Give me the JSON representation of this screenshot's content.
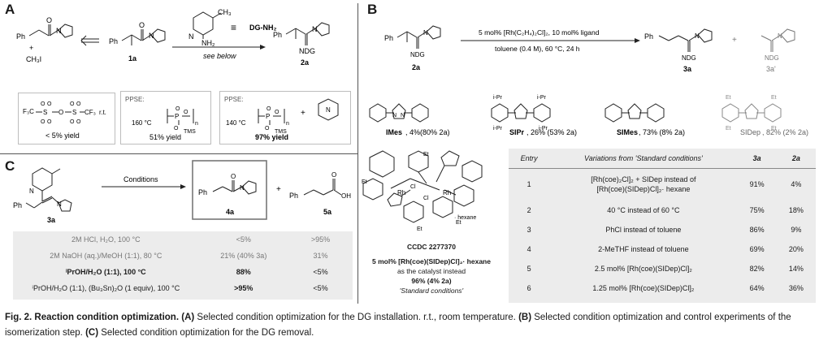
{
  "panels": {
    "A": {
      "letter": "A",
      "reactant_a_ph": "Ph",
      "reactant_a_plus": "+",
      "reactant_a_ch3i": "CH₃I",
      "compound_1a_ph": "Ph",
      "compound_1a_label": "1a",
      "dg_ch3": "CH₃",
      "dg_nh2": "NH₂",
      "dg_equiv": "≡",
      "dg_name": "DG-NH₂",
      "arrow_label": "see below",
      "compound_2a_ph": "Ph",
      "compound_2a_ndg": "NDG",
      "compound_2a_label": "2a",
      "box1_f3c": "F₃C",
      "box1_cf3": "CF₃",
      "box1_rt": "r.t.",
      "box1_yield": "< 5% yield",
      "box2_ppse": "PPSE:",
      "box2_temp": "160 °C",
      "box2_n": "n",
      "box2_tms": "TMS",
      "box2_yield": "51% yield",
      "box3_ppse": "PPSE:",
      "box3_temp": "140 °C",
      "box3_n": "n",
      "box3_tms": "TMS",
      "box3_plus": "+",
      "box3_n_atom": "N",
      "box3_yield": "97% yield"
    },
    "B": {
      "letter": "B",
      "sm_ph": "Ph",
      "sm_ndg": "NDG",
      "sm_label": "2a",
      "conditions_line1": "5 mol% [Rh(C₂H₄)₂Cl]₂, 10 mol% ligand",
      "conditions_line2": "toluene (0.4 M), 60 °C, 24 h",
      "prod_ph": "Ph",
      "prod_ndg": "NDG",
      "prod_label": "3a",
      "plus": "+",
      "side_ndg": "NDG",
      "side_label": "3a'",
      "ligands": [
        {
          "name": "IMes",
          "text": ", 4%(80% 2a)"
        },
        {
          "name": "SIPr",
          "text": ", 26% (53% 2a)"
        },
        {
          "name": "SIMes",
          "text": ", 73% (8% 2a)"
        },
        {
          "name": "SIDep",
          "text": ", 82% (2% 2a)"
        }
      ],
      "sipr_ipr": "i-Pr",
      "sidep_et": "Et",
      "complex_et": "Et",
      "complex_rh": "Rh",
      "complex_cl": "Cl",
      "ccdc": "CCDC 2277370",
      "catalyst_line1": "5 mol% [Rh(coe)(SIDep)Cl]₂· hexane",
      "catalyst_line2": "as the catalyst instead",
      "catalyst_line3": "96% (4% 2a)",
      "catalyst_line4": "'Standard conditions'",
      "complex_hexane": "· hexane",
      "table": {
        "headers": [
          "Entry",
          "Variations from 'Standard conditions'",
          "3a",
          "2a"
        ],
        "rows": [
          {
            "entry": "1",
            "variation": "[Rh(coe)₂Cl]₂ + SIDep instead of",
            "variation2": "[Rh(coe)(SIDep)Cl]₂· hexane",
            "y3a": "91%",
            "y2a": "4%"
          },
          {
            "entry": "2",
            "variation": "40 °C instead of 60 °C",
            "variation2": "",
            "y3a": "75%",
            "y2a": "18%"
          },
          {
            "entry": "3",
            "variation": "PhCl instead of toluene",
            "variation2": "",
            "y3a": "86%",
            "y2a": "9%"
          },
          {
            "entry": "4",
            "variation": "2-MeTHF instead of toluene",
            "variation2": "",
            "y3a": "69%",
            "y2a": "20%"
          },
          {
            "entry": "5",
            "variation": "2.5 mol% [Rh(coe)(SIDep)Cl]₂",
            "variation2": "",
            "y3a": "82%",
            "y2a": "14%"
          },
          {
            "entry": "6",
            "variation": "1.25 mol% [Rh(coe)(SIDep)Cl]₂",
            "variation2": "",
            "y3a": "64%",
            "y2a": "36%"
          }
        ]
      }
    },
    "C": {
      "letter": "C",
      "sm_ph": "Ph",
      "sm_label": "3a",
      "arrow_label": "Conditions",
      "prod_ph": "Ph",
      "prod_label": "4a",
      "plus": "+",
      "acid_ph": "Ph",
      "acid_oh": "OH",
      "acid_label": "5a",
      "rows": [
        {
          "cond": "2M HCl, H₂O, 100 °C",
          "y4a": "<5%",
          "y5a": ">95%",
          "style": "grey"
        },
        {
          "cond": "2M NaOH (aq.)/MeOH (1:1), 80 °C",
          "y4a": "21% (40% 3a)",
          "y5a": "31%",
          "style": "grey"
        },
        {
          "cond": "ⁱPrOH/H₂O (1:1), 100 °C",
          "y4a": "88%",
          "y5a": "<5%",
          "style": "bold"
        },
        {
          "cond": "ⁱPrOH/H₂O (1:1), (Bu₃Sn)₂O (1 equiv), 100 °C",
          "y4a": ">95%",
          "y5a": "<5%",
          "style": "normal"
        }
      ]
    }
  },
  "caption": {
    "lead": "Fig. 2. Reaction condition optimization.",
    "a": "(A)",
    "a_text": " Selected condition optimization for the DG installation. r.t., room temperature. ",
    "b": "(B)",
    "b_text": " Selected condition optimization and control experiments of the isomerization step. ",
    "c": "(C)",
    "c_text": " Selected condition optimization for the DG removal."
  }
}
